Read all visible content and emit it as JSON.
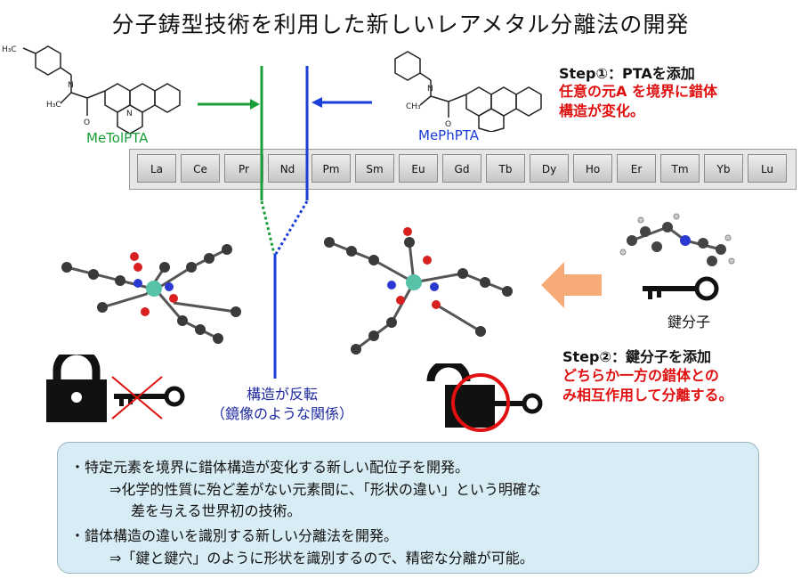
{
  "title": "分子鋳型技術を利用した新しいレアメタル分離法の開発",
  "molecules": {
    "left_label": "MeTolPTA",
    "right_label": "MePhPTA"
  },
  "step1": {
    "heading": "Step①：PTAを添加",
    "line1": "任意の元A を境界に錯体",
    "line2": "構造が変化。"
  },
  "periodic_row": [
    "La",
    "Ce",
    "Pr",
    "Nd",
    "Pm",
    "Sm",
    "Eu",
    "Gd",
    "Tb",
    "Dy",
    "Ho",
    "Er",
    "Tm",
    "Yb",
    "Lu"
  ],
  "key_molecule_label": "鍵分子",
  "step2": {
    "heading": "Step②：鍵分子を添加",
    "line1": "どちらか一方の錯体との",
    "line2": "み相互作用して分離する。"
  },
  "inversion": {
    "line1": "構造が反転",
    "line2": "（鏡像のような関係）"
  },
  "summary": [
    "・特定元素を境界に錯体構造が変化する新しい配位子を開発。",
    "⇒化学的性質に殆ど差がない元素間に、「形状の違い」という明確な",
    "差を与える世界初の技術。",
    "・錯体構造の違いを識別する新しい分離法を開発。",
    "⇒「鍵と鍵穴」のように形状を識別するので、精密な分離が可能。"
  ],
  "colors": {
    "green": "#1a9e3a",
    "blue": "#1b3dd8",
    "red": "#e01010",
    "summary_bg": "#d7ecf4",
    "arrow_orange": "#f5aa78"
  }
}
